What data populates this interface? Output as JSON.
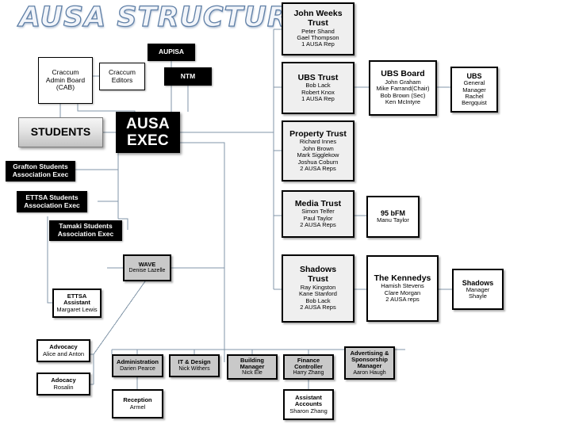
{
  "page": {
    "title": "AUSA STRUCTURE",
    "background": "#ffffff",
    "wire_color": "#8296a8"
  },
  "nodes": {
    "students": {
      "title": "STUDENTS"
    },
    "ausa_exec": {
      "line1": "AUSA",
      "line2": "EXEC"
    },
    "craccum_cab": {
      "line1": "Craccum",
      "line2": "Admin Board",
      "line3": "(CAB)"
    },
    "craccum_editors": {
      "line1": "Craccum",
      "line2": "Editors"
    },
    "aupisa": {
      "title": "AUPISA"
    },
    "ntm": {
      "title": "NTM"
    },
    "grafton": {
      "line1": "Grafton Students",
      "line2": "Association Exec"
    },
    "ettsa_exec": {
      "line1": "ETTSA Students",
      "line2": "Association Exec"
    },
    "tamaki": {
      "line1": "Tamaki Students",
      "line2": "Association Exec"
    },
    "wave": {
      "title": "WAVE",
      "sub1": "Denise Lazelle"
    },
    "ettsa_assistant": {
      "title1": "ETTSA",
      "title2": "Assistant",
      "sub1": "Margaret Lewis"
    },
    "advocacy1": {
      "title": "Advocacy",
      "sub1": "Alice and Anton"
    },
    "advocacy2": {
      "title": "Adocacy",
      "sub1": "Rosalin"
    },
    "john_weeks_trust": {
      "title1": "John Weeks",
      "title2": "Trust",
      "members": [
        "Peter Shand",
        "Gael Thompson",
        "1 AUSA Rep"
      ]
    },
    "ubs_trust": {
      "title": "UBS Trust",
      "members": [
        "Bob Lack",
        "Robert Knox",
        "1 AUSA Rep"
      ]
    },
    "property_trust": {
      "title": "Property Trust",
      "members": [
        "Richard Innes",
        "John Brown",
        "Mark Sigglekow",
        "Joshua Coburn",
        "2  AUSA Reps"
      ]
    },
    "media_trust": {
      "title": "Media Trust",
      "members": [
        "Simon Telfer",
        "Paul Taylor",
        "2 AUSA Reps"
      ]
    },
    "shadows_trust": {
      "title1": "Shadows",
      "title2": "Trust",
      "members": [
        "Ray Kingston",
        "Kane Stanford",
        "Bob Lack",
        "2 AUSA Reps"
      ]
    },
    "ubs_board": {
      "title": "UBS Board",
      "members": [
        "John Graham",
        "Mike Farrand(Chair)",
        "Bob Brown (Sec)",
        "Ken McIntyre"
      ]
    },
    "ubs_manager": {
      "title": "UBS",
      "members": [
        "General",
        "Manager",
        "Rachel",
        "Bergquist"
      ]
    },
    "bfm": {
      "title": "95 bFM",
      "sub1": "Manu Taylor"
    },
    "kennedys": {
      "title": "The Kennedys",
      "members": [
        "Hamish Stevens",
        "Clare Morgan",
        "2 AUSA reps"
      ]
    },
    "shadows_manager": {
      "title": "Shadows",
      "members": [
        "Manager",
        "Shayle"
      ]
    },
    "administration": {
      "title": "Administration",
      "sub1": "Darien Pearce"
    },
    "it_design": {
      "title": "IT & Design",
      "sub1": "Nick Withers"
    },
    "building_manager": {
      "title1": "Building",
      "title2": "Manager",
      "sub1": "Nick Ele"
    },
    "finance_controller": {
      "title1": "Finance",
      "title2": "Controller",
      "sub1": "Harry Zhang"
    },
    "advertising": {
      "title1": "Advertising &",
      "title2": "Sponsorship",
      "title3": "Manager",
      "sub1": "Aaron Haugh"
    },
    "reception": {
      "title": "Reception",
      "sub1": "Armel"
    },
    "assistant_accounts": {
      "title1": "Assistant",
      "title2": "Accounts",
      "sub1": "Sharon Zhang"
    }
  }
}
